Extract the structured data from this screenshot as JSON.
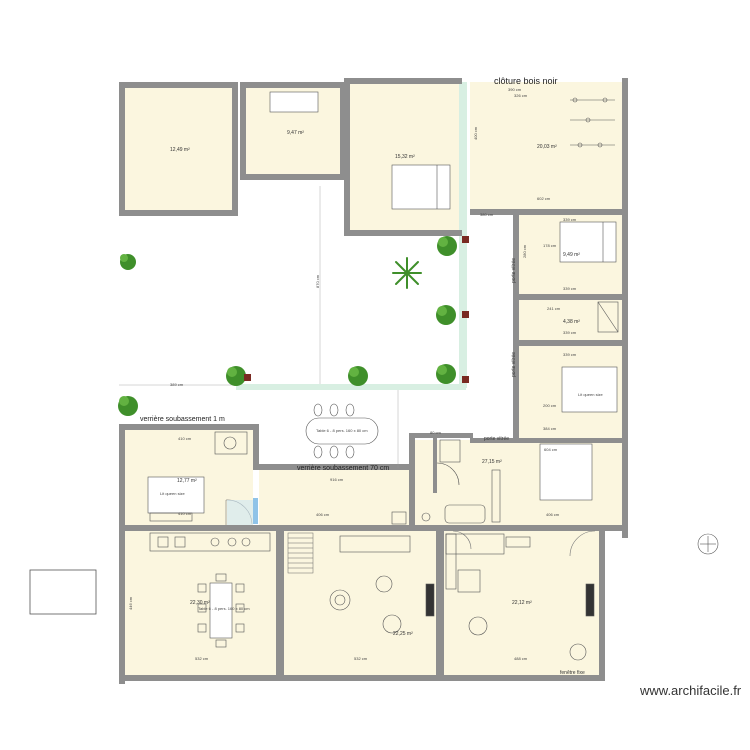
{
  "watermark": "www.archifacile.fr",
  "colors": {
    "wall": "#8e8e8e",
    "room_fill": "#fbf6df",
    "glass": "#d8efe2",
    "furniture": "#555555",
    "plant": "#3f8f2a"
  },
  "labels": {
    "cloture": "clôture bois noir",
    "verriere_1m": "verrière soubassement 1 m",
    "verriere_70": "verrière soubassement 70 cm",
    "porte_vitree": "porte vitrée",
    "fenetre_fixe": "fenêtre fixe",
    "table_garden": "Table 6 - 8 pers. 160 x 80 cm",
    "table_dining": "Table 6 - 8 pers. 160 x 80 cm",
    "lit_queen_a": "Lit queen size",
    "lit_queen_b": "Lit queen size"
  },
  "rooms": {
    "r1": "12,49 m²",
    "r2": "9,47 m²",
    "r3": "15,32 m²",
    "r4": "20,03 m²",
    "r5": "9,49 m²",
    "r6": "4,38 m²",
    "r7": "12,77 m²",
    "r8": "22,30 m²",
    "r9": "22,25 m²",
    "r10": "22,12 m²",
    "r11": "27,15 m²"
  },
  "dims": {
    "d1": "390 cm",
    "d2": "326 cm",
    "d3": "400 cm",
    "d4": "602 cm",
    "d5": "380 cm",
    "d6": "339 cm",
    "d7": "280 cm",
    "d8": "178 cm",
    "d9": "339 cm",
    "d10": "241 cm",
    "d11": "339 cm",
    "d12": "339 cm",
    "d13": "200 cm",
    "d14": "384 cm",
    "d15": "870 cm",
    "d16": "389 cm",
    "d17": "410 cm",
    "d18": "916 cm",
    "d19": "406 cm",
    "d20": "604 cm",
    "d21": "410 cm",
    "d22": "406 cm",
    "d23": "532 cm",
    "d24": "532 cm",
    "d25": "488 cm",
    "d26": "446 cm",
    "d27": "80 cm"
  }
}
